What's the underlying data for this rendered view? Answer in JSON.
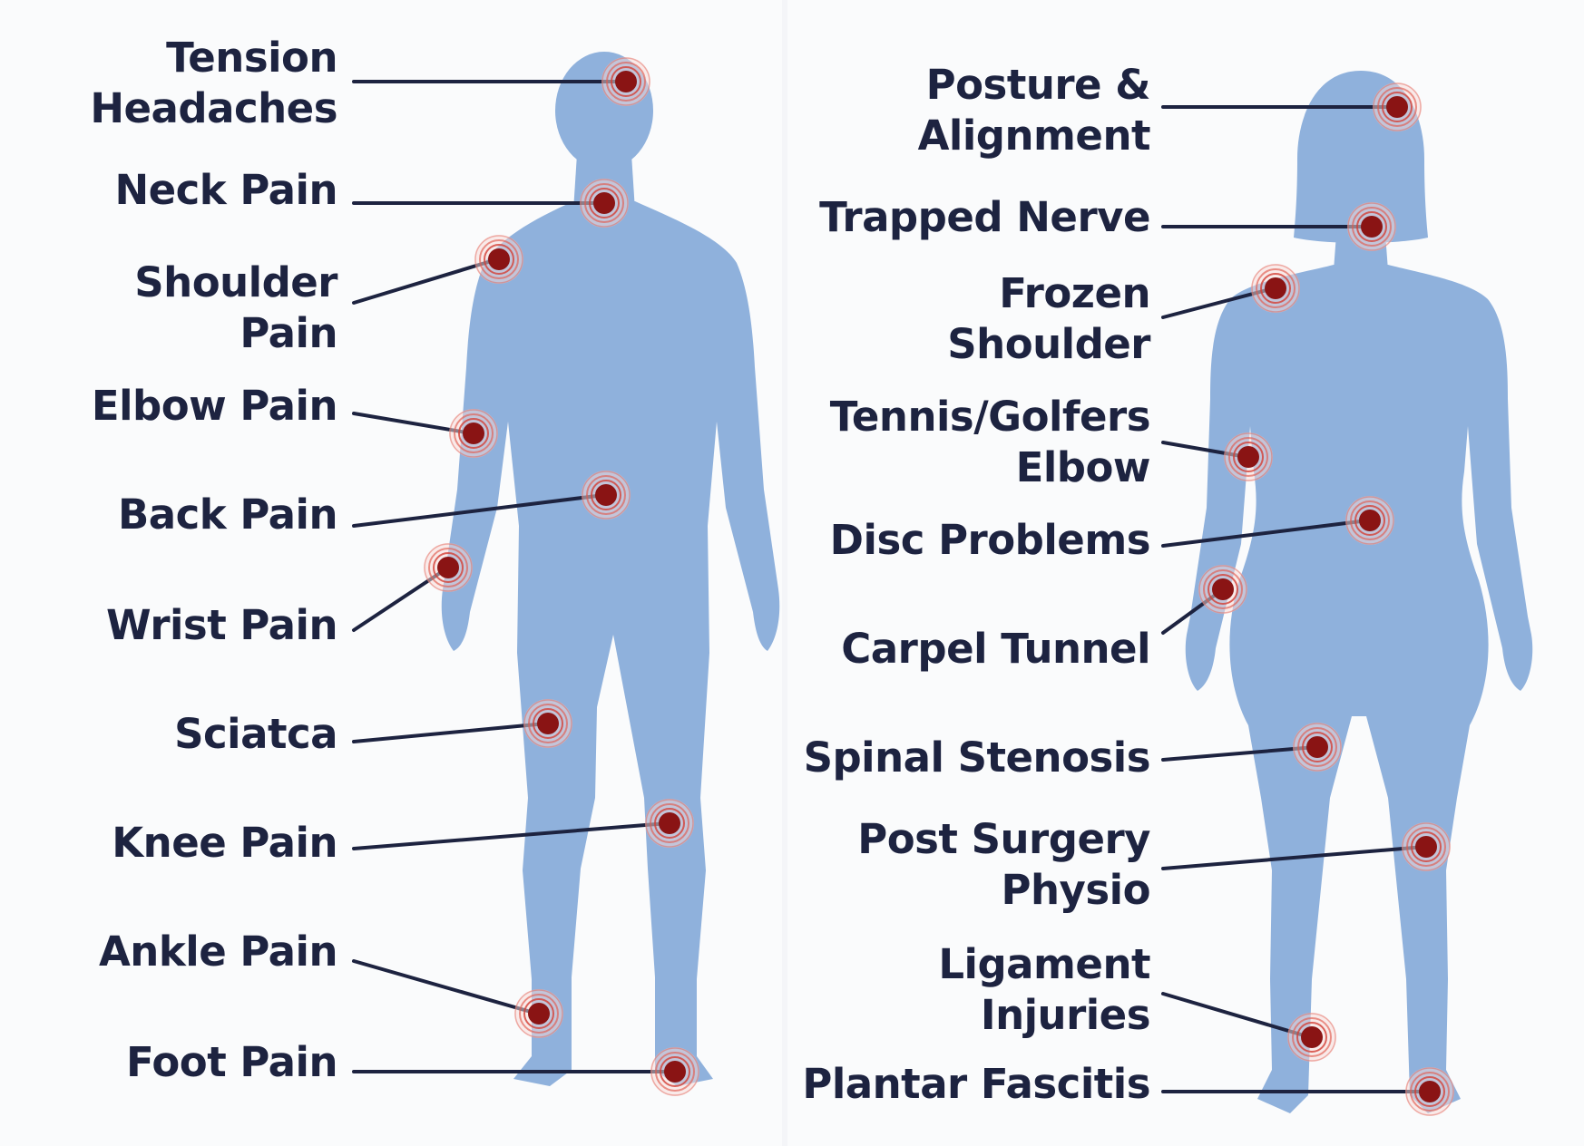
{
  "male_labels": [
    "Tension\nHeadaches",
    "Neck Pain",
    "Shoulder\nPain",
    "Elbow Pain",
    "Back Pain",
    "Wrist Pain",
    "Sciatca",
    "Knee Pain",
    "Ankle Pain",
    "Foot Pain"
  ],
  "female_labels": [
    "Posture &\nAlignment",
    "Trapped Nerve",
    "Frozen\nShoulder",
    "Tennis/Golfers\nElbow",
    "Disc Problems",
    "Carpel Tunnel",
    "Spinal Stenosis",
    "Post Surgery\nPhysio",
    "Ligament\nInjuries",
    "Plantar Fascitis"
  ],
  "colors": {
    "silhouette": "#8fb1dc",
    "text": "#1d2340",
    "line": "#1d2340",
    "pain_dot": "#8a1414",
    "pain_ring": "#e05a4e"
  }
}
